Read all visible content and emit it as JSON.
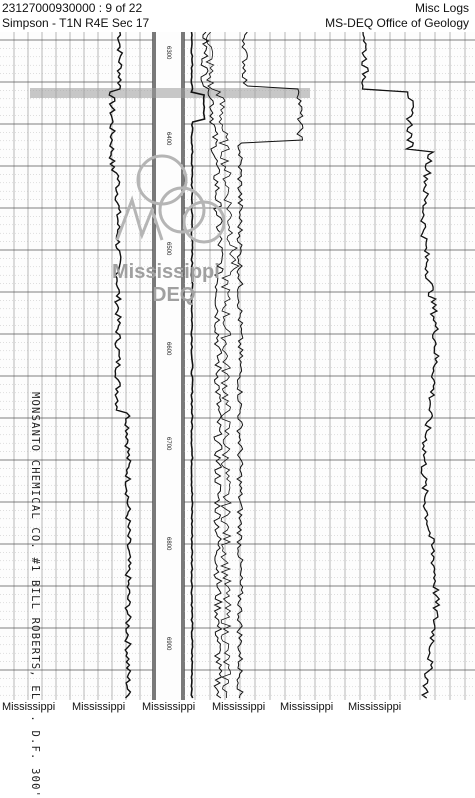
{
  "header": {
    "doc_id": "23127000930000 : 9 of 22",
    "location": "Simpson - T1N R4E Sec 17",
    "category": "Misc Logs",
    "office": "MS-DEQ Office of Geology"
  },
  "log": {
    "depth_labels": [
      "6300",
      "6400",
      "6500",
      "6600",
      "6700",
      "6800",
      "6900"
    ],
    "side_annotation": "MONSANTO CHEMICAL CO. #1 BILL ROBERTS, ELEV. D.F. 300'"
  },
  "watermark": {
    "line1": "Mississippi",
    "line2": "DEQ"
  },
  "footer": {
    "repeat_text": [
      "Mississippi",
      "Mississippi",
      "Mississippi",
      "Mississippi",
      "Mississippi",
      "Mississippi"
    ]
  }
}
